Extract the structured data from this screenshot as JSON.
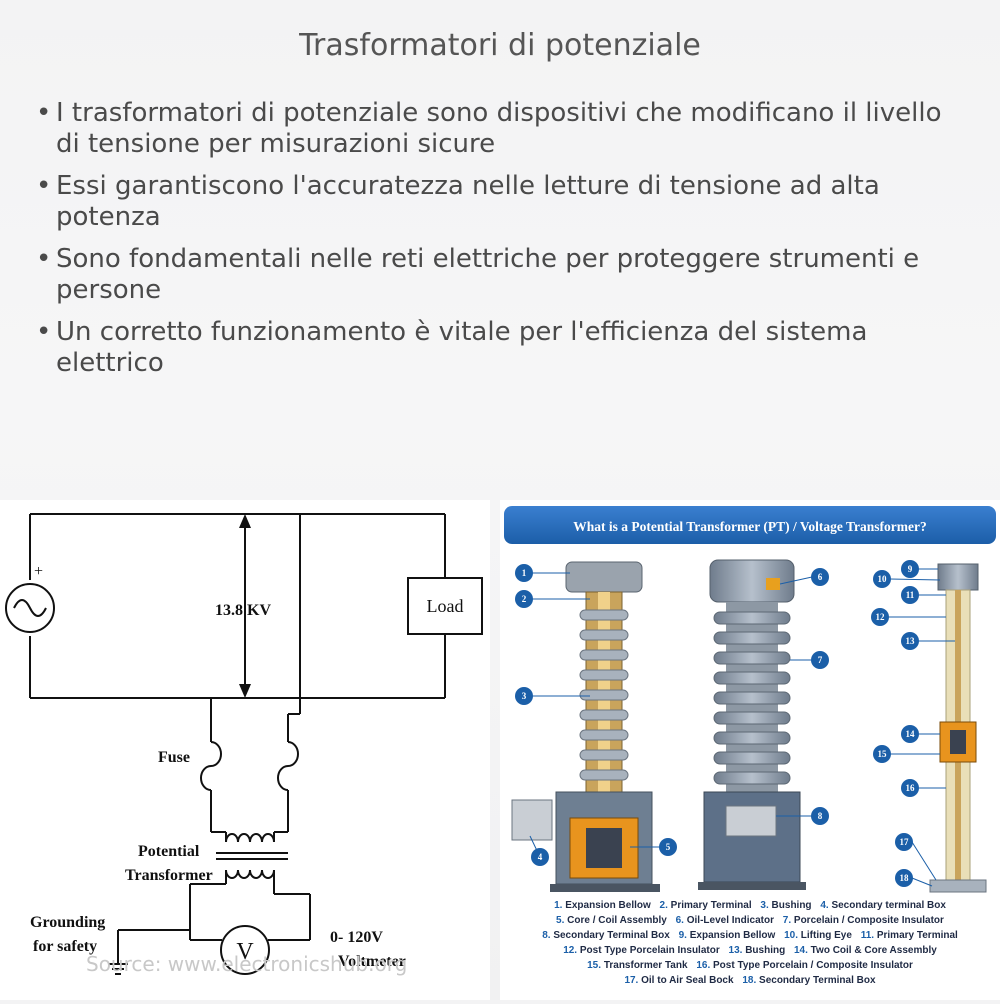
{
  "title": "Trasformatori di potenziale",
  "bullets": [
    "I trasformatori di potenziale sono dispositivi che modificano il livello di tensione per misurazioni sicure",
    "Essi garantiscono l'accuratezza nelle letture di tensione ad alta potenza",
    "Sono fondamentali nelle reti elettriche per proteggere strumenti e persone",
    "Un corretto funzionamento è vitale per l'efficienza del sistema elettrico"
  ],
  "circuit": {
    "voltage_label": "13.8 KV",
    "load_label": "Load",
    "source_polarity": "+",
    "fuse_label": "Fuse",
    "pt_label_line1": "Potential",
    "pt_label_line2": "Transformer",
    "ground_label_line1": "Grounding",
    "ground_label_line2": "for safety",
    "voltmeter_symbol": "V",
    "voltmeter_range": "0- 120V",
    "voltmeter_label": "Voltmeter",
    "source_credit": "Source: www.electronicshub.org"
  },
  "pt_figure": {
    "banner": "What is a Potential Transformer (PT) / Voltage Transformer?",
    "banner_color": "#2a6fc0",
    "callouts": [
      "1",
      "2",
      "3",
      "4",
      "5",
      "6",
      "7",
      "8",
      "9",
      "10",
      "11",
      "12",
      "13",
      "14",
      "15",
      "16",
      "17",
      "18"
    ],
    "legend_lines": [
      [
        [
          "1.",
          "Expansion Bellow"
        ],
        [
          "2.",
          "Primary Terminal"
        ],
        [
          "3.",
          "Bushing"
        ],
        [
          "4.",
          "Secondary terminal Box"
        ]
      ],
      [
        [
          "5.",
          "Core / Coil Assembly"
        ],
        [
          "6.",
          "Oil-Level Indicator"
        ],
        [
          "7.",
          "Porcelain / Composite Insulator"
        ]
      ],
      [
        [
          "8.",
          "Secondary Terminal Box"
        ],
        [
          "9.",
          "Expansion Bellow"
        ],
        [
          "10.",
          "Lifting Eye"
        ],
        [
          "11.",
          "Primary Terminal"
        ]
      ],
      [
        [
          "12.",
          "Post Type Porcelain Insulator"
        ],
        [
          "13.",
          "Bushing"
        ],
        [
          "14.",
          "Two Coil & Core Assembly"
        ]
      ],
      [
        [
          "15.",
          "Transformer Tank"
        ],
        [
          "16.",
          "Post Type Porcelain / Composite Insulator"
        ]
      ],
      [
        [
          "17.",
          "Oil to Air Seal Bock"
        ],
        [
          "18.",
          "Secondary Terminal Box"
        ]
      ]
    ]
  }
}
